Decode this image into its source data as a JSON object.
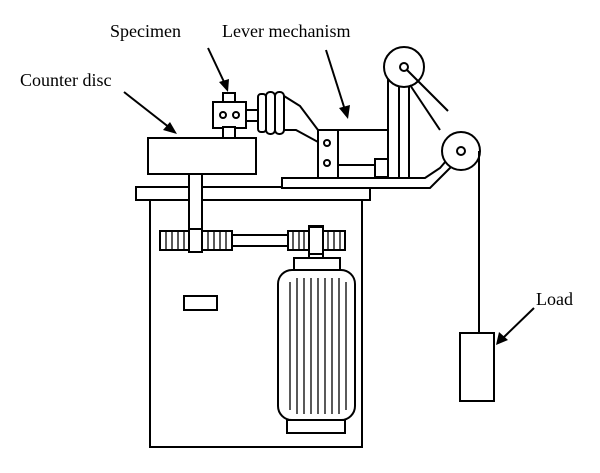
{
  "labels": {
    "specimen": "Specimen",
    "lever_mechanism": "Lever mechanism",
    "counter_disc": "Counter disc",
    "load": "Load"
  }
}
